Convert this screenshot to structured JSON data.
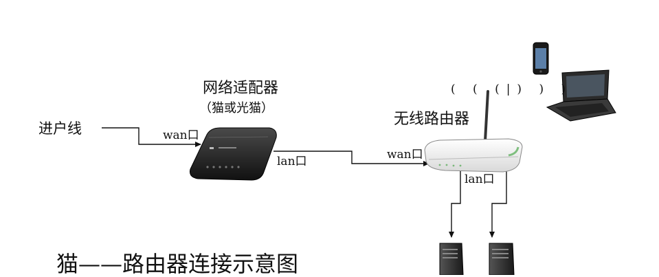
{
  "labels": {
    "incoming_line": "进户线",
    "modem_title": "网络适配器",
    "modem_subtitle": "（猫或光猫）",
    "modem_wan_port": "wan口",
    "modem_lan_port": "lan口",
    "router_title": "无线路由器",
    "router_wan_port": "wan口",
    "router_lan_port": "lan口",
    "wifi_signal": "( ( (|) ) )",
    "caption": "猫——路由器连接示意图"
  },
  "colors": {
    "line": "#111111",
    "modem_body": "#2a2a2a",
    "router_body": "#f2f2f2",
    "background": "#ffffff"
  }
}
